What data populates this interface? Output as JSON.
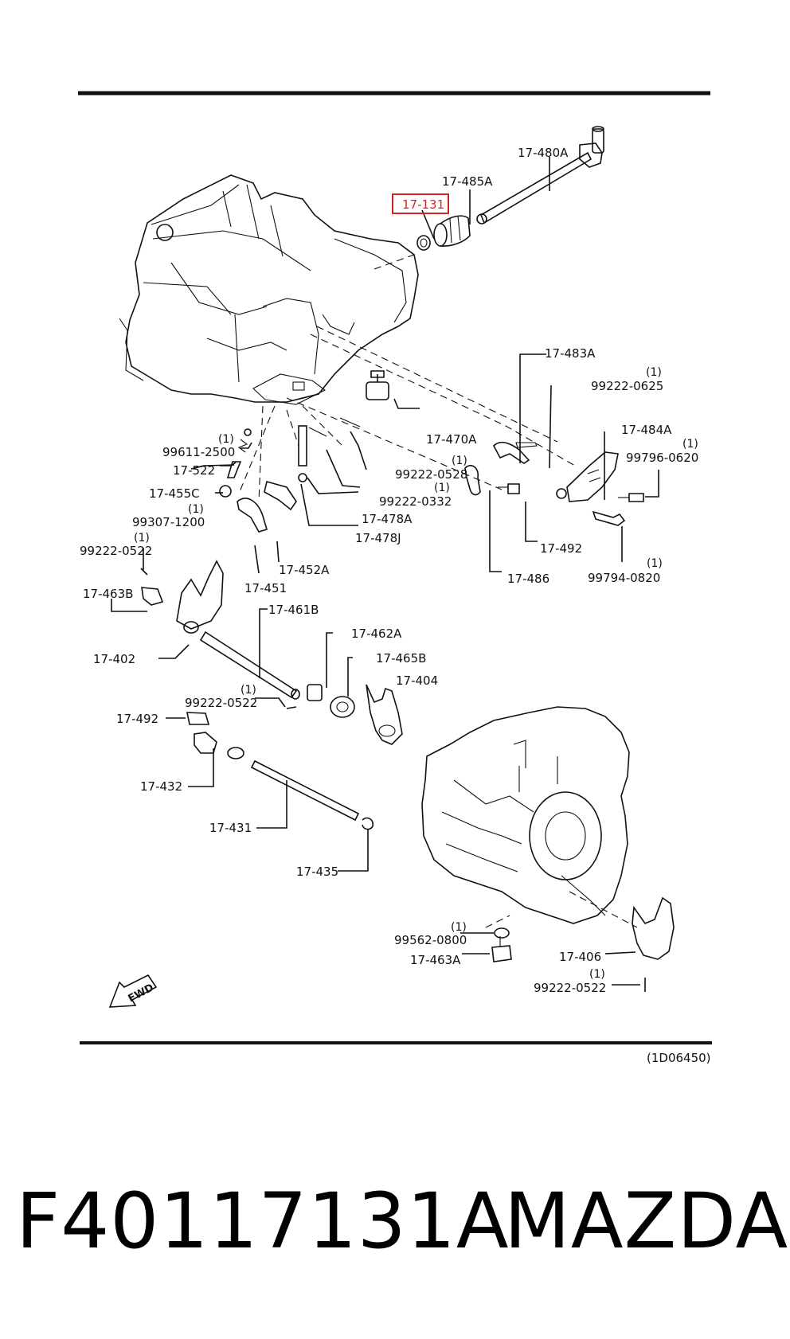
{
  "diagram": {
    "drawing_code": "(1D06450)",
    "highlighted_part": "17-131",
    "highlight_color": "#d22222",
    "fwd_label": "FWD",
    "labels": [
      {
        "id": "17-480A",
        "text": "17-480A"
      },
      {
        "id": "17-485A",
        "text": "17-485A"
      },
      {
        "id": "17-131",
        "text": "17-131"
      },
      {
        "id": "17-483A",
        "text": "17-483A"
      },
      {
        "id": "99222-0625",
        "text": "99222-0625",
        "qty": "(1)"
      },
      {
        "id": "17-470A",
        "text": "17-470A"
      },
      {
        "id": "17-484A",
        "text": "17-484A"
      },
      {
        "id": "99796-0620",
        "text": "99796-0620",
        "qty": "(1)"
      },
      {
        "id": "99611-2500",
        "text": "99611-2500",
        "qty": "(1)"
      },
      {
        "id": "17-522",
        "text": "17-522"
      },
      {
        "id": "99222-0528",
        "text": "99222-0528",
        "qty": "(1)"
      },
      {
        "id": "17-455C",
        "text": "17-455C"
      },
      {
        "id": "99222-0332",
        "text": "99222-0332",
        "qty": "(1)"
      },
      {
        "id": "99307-1200",
        "text": "99307-1200",
        "qty": "(1)"
      },
      {
        "id": "17-478A",
        "text": "17-478A"
      },
      {
        "id": "17-478J",
        "text": "17-478J"
      },
      {
        "id": "17-492-upper",
        "text": "17-492"
      },
      {
        "id": "99222-0522-a",
        "text": "99222-0522",
        "qty": "(1)"
      },
      {
        "id": "17-452A",
        "text": "17-452A"
      },
      {
        "id": "17-486",
        "text": "17-486"
      },
      {
        "id": "99794-0820",
        "text": "99794-0820",
        "qty": "(1)"
      },
      {
        "id": "17-451",
        "text": "17-451"
      },
      {
        "id": "17-463B",
        "text": "17-463B"
      },
      {
        "id": "17-461B",
        "text": "17-461B"
      },
      {
        "id": "17-462A",
        "text": "17-462A"
      },
      {
        "id": "17-402",
        "text": "17-402"
      },
      {
        "id": "17-465B",
        "text": "17-465B"
      },
      {
        "id": "17-404",
        "text": "17-404"
      },
      {
        "id": "99222-0522-b",
        "text": "99222-0522",
        "qty": "(1)"
      },
      {
        "id": "17-492-lower",
        "text": "17-492"
      },
      {
        "id": "17-432",
        "text": "17-432"
      },
      {
        "id": "17-431",
        "text": "17-431"
      },
      {
        "id": "17-435",
        "text": "17-435"
      },
      {
        "id": "99562-0800",
        "text": "99562-0800",
        "qty": "(1)"
      },
      {
        "id": "17-463A",
        "text": "17-463A"
      },
      {
        "id": "17-406",
        "text": "17-406"
      },
      {
        "id": "99222-0522-c",
        "text": "99222-0522",
        "qty": "(1)"
      }
    ]
  },
  "footer": {
    "part_number": "F40117131A",
    "brand": "MAZDA"
  }
}
